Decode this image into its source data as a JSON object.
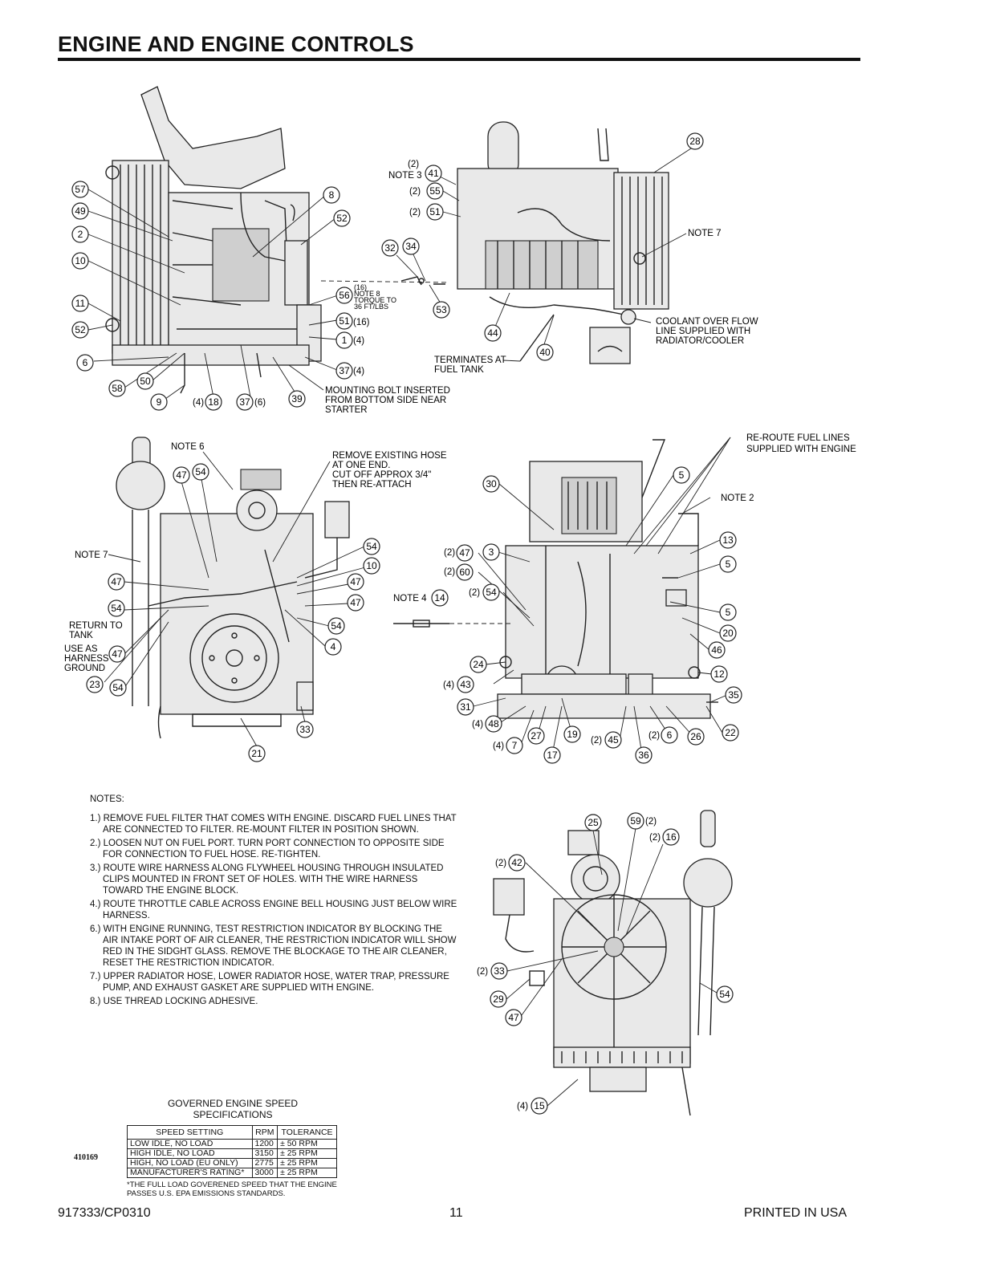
{
  "title": "ENGINE AND ENGINE CONTROLS",
  "figure_id": "410169",
  "diagram_labels": {
    "note3_group": [
      "(2)",
      "NOTE 3"
    ],
    "torque_note": [
      "(16)",
      "NOTE 8",
      "TORQUE TO",
      "36 FT/LBS"
    ],
    "mounting_bolt": [
      "MOUNTING BOLT INSERTED",
      "FROM BOTTOM SIDE NEAR",
      "STARTER"
    ],
    "terminates": [
      "TERMINATES AT",
      "FUEL TANK"
    ],
    "coolant": [
      "COOLANT OVER FLOW",
      "LINE SUPPLIED WITH",
      "RADIATOR/COOLER"
    ],
    "note7": "NOTE 7",
    "note6": "NOTE 6",
    "remove_hose": [
      "REMOVE EXISTING HOSE",
      "AT ONE END.",
      "CUT OFF APPROX 3/4\"",
      "THEN RE-ATTACH"
    ],
    "reroute": [
      "RE-ROUTE FUEL LINES",
      "SUPPLIED WITH ENGINE"
    ],
    "note2": "NOTE 2",
    "note4": "NOTE 4",
    "return_tank": [
      "RETURN TO",
      "TANK"
    ],
    "harness_ground": [
      "USE AS",
      "HARNESS",
      "GROUND"
    ]
  },
  "notes": {
    "heading": "NOTES:",
    "items": [
      "1.) REMOVE FUEL FILTER THAT COMES WITH ENGINE.  DISCARD FUEL LINES THAT ARE CONNECTED TO FILTER.  RE-MOUNT FILTER IN POSITION SHOWN.",
      "2.) LOOSEN NUT ON FUEL PORT.  TURN PORT CONNECTION TO OPPOSITE SIDE FOR CONNECTION TO FUEL HOSE.  RE-TIGHTEN.",
      "3.) ROUTE WIRE HARNESS ALONG FLYWHEEL HOUSING THROUGH INSULATED CLIPS MOUNTED IN FRONT SET OF HOLES.  WITH THE WIRE HARNESS TOWARD THE ENGINE BLOCK.",
      "4.) ROUTE THROTTLE CABLE ACROSS ENGINE BELL HOUSING JUST BELOW WIRE HARNESS.",
      "6.) WITH ENGINE RUNNING, TEST RESTRICTION INDICATOR BY BLOCKING THE AIR INTAKE PORT OF AIR CLEANER, THE RESTRICTION INDICATOR WILL SHOW RED IN THE SIDGHT GLASS. REMOVE THE BLOCKAGE TO THE AIR CLEANER, RESET THE RESTRICTION INDICATOR.",
      "7.) UPPER RADIATOR HOSE, LOWER RADIATOR HOSE, WATER TRAP, PRESSURE PUMP, AND EXHAUST GASKET ARE SUPPLIED WITH ENGINE.",
      "8.) USE THREAD LOCKING ADHESIVE."
    ]
  },
  "speed_spec": {
    "title": "GOVERNED ENGINE SPEED SPECIFICATIONS",
    "headers": [
      "SPEED SETTING",
      "RPM",
      "TOLERANCE"
    ],
    "rows": [
      [
        "LOW IDLE, NO LOAD",
        "1200",
        "±  50  RPM"
      ],
      [
        "HIGH IDLE, NO LOAD",
        "3150",
        "±  25  RPM"
      ],
      [
        "HIGH, NO LOAD (EU ONLY)",
        "2775",
        "±  25  RPM"
      ],
      [
        "MANUFACTURER'S RATING*",
        "3000",
        "±  25  RPM"
      ]
    ],
    "footnote": "*THE FULL LOAD GOVERENED SPEED THAT THE ENGINE PASSES U.S. EPA EMISSIONS STANDARDS."
  },
  "footer": {
    "left": "917333/CP0310",
    "center": "11",
    "right": "PRINTED IN USA"
  }
}
